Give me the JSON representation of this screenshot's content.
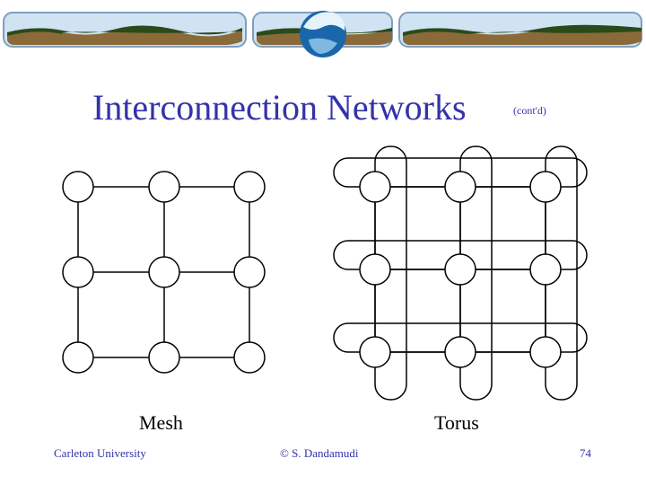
{
  "slide": {
    "title": "Interconnection Networks",
    "title_suffix": "(cont'd)"
  },
  "figures": {
    "mesh_label": "Mesh",
    "torus_label": "Torus",
    "grid_rows": 3,
    "grid_cols": 3
  },
  "footer": {
    "left": "Carleton University",
    "center": "© S. Dandamudi",
    "page": "74"
  },
  "colors": {
    "title": "#3333aa",
    "banner_sky": "#cfe3f3",
    "banner_land": "#8b6a3a",
    "banner_dark": "#2a4a1a",
    "globe": "#1a66aa"
  }
}
